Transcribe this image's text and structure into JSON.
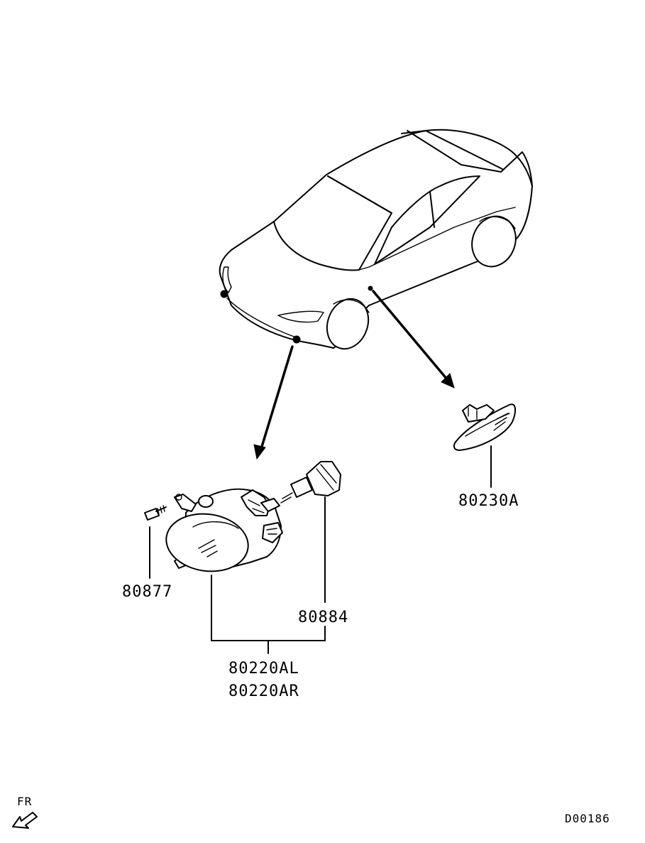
{
  "parts": {
    "screw": "80877",
    "bulb": "80884",
    "fog_lamp_left": "80220AL",
    "fog_lamp_right": "80220AR",
    "side_turn_lamp": "80230A"
  },
  "orientation": {
    "label": "FR"
  },
  "diagram_code": "D00186"
}
